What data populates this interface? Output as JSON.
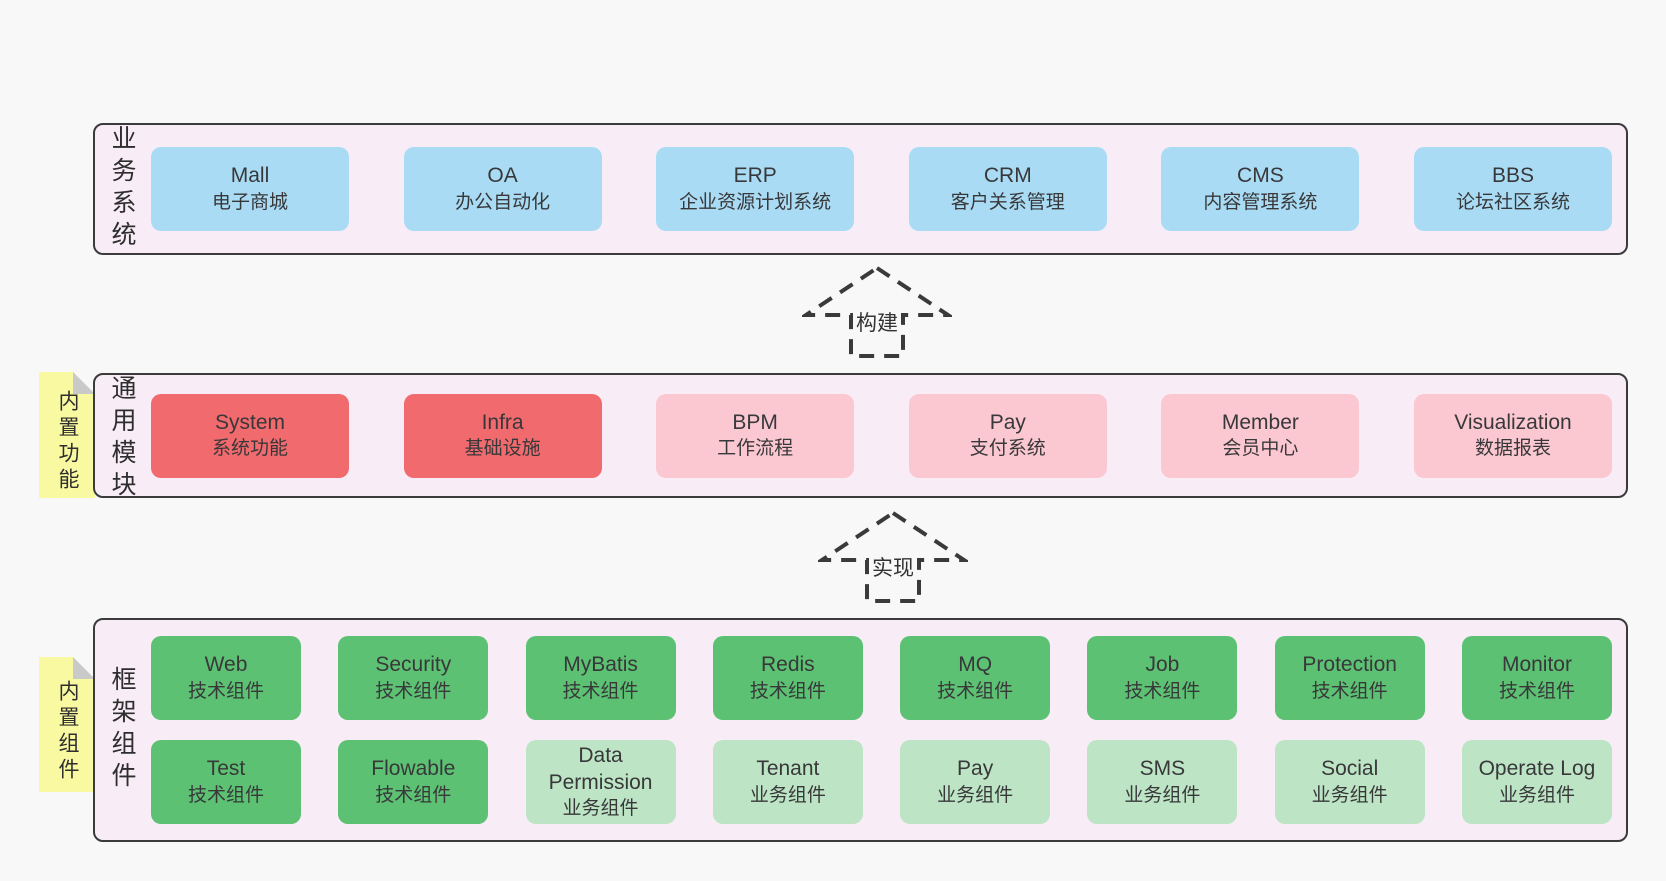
{
  "palette": {
    "page_background": "#f8f8f8",
    "layer_background": "#f8edf6",
    "layer_border": "#3b3b3b",
    "blue_box": "#a9dcf4",
    "red_box": "#f16a6e",
    "pink_box": "#fbc8d2",
    "green_box": "#5cc173",
    "light_green_box": "#bde5c5",
    "note_yellow": "#f9f9a2",
    "note_fold_gray": "#c9c9c9",
    "text": "#38383a"
  },
  "layers": [
    {
      "label": "业务系统",
      "boxes": [
        {
          "en": "Mall",
          "zh": "电子商城"
        },
        {
          "en": "OA",
          "zh": "办公自动化"
        },
        {
          "en": "ERP",
          "zh": "企业资源计划系统"
        },
        {
          "en": "CRM",
          "zh": "客户关系管理"
        },
        {
          "en": "CMS",
          "zh": "内容管理系统"
        },
        {
          "en": "BBS",
          "zh": "论坛社区系统"
        }
      ]
    },
    {
      "label": "通用模块",
      "note": "内置功能",
      "boxes": [
        {
          "en": "System",
          "zh": "系统功能"
        },
        {
          "en": "Infra",
          "zh": "基础设施"
        },
        {
          "en": "BPM",
          "zh": "工作流程"
        },
        {
          "en": "Pay",
          "zh": "支付系统"
        },
        {
          "en": "Member",
          "zh": "会员中心"
        },
        {
          "en": "Visualization",
          "zh": "数据报表"
        }
      ]
    },
    {
      "label": "框架组件",
      "note": "内置组件",
      "rows": [
        [
          {
            "en": "Web",
            "zh": "技术组件"
          },
          {
            "en": "Security",
            "zh": "技术组件"
          },
          {
            "en": "MyBatis",
            "zh": "技术组件"
          },
          {
            "en": "Redis",
            "zh": "技术组件"
          },
          {
            "en": "MQ",
            "zh": "技术组件"
          },
          {
            "en": "Job",
            "zh": "技术组件"
          },
          {
            "en": "Protection",
            "zh": "技术组件"
          },
          {
            "en": "Monitor",
            "zh": "技术组件"
          }
        ],
        [
          {
            "en": "Test",
            "zh": "技术组件"
          },
          {
            "en": "Flowable",
            "zh": "技术组件"
          },
          {
            "en": "Data Permission",
            "zh": "业务组件"
          },
          {
            "en": "Tenant",
            "zh": "业务组件"
          },
          {
            "en": "Pay",
            "zh": "业务组件"
          },
          {
            "en": "SMS",
            "zh": "业务组件"
          },
          {
            "en": "Social",
            "zh": "业务组件"
          },
          {
            "en": "Operate Log",
            "zh": "业务组件"
          }
        ]
      ]
    }
  ],
  "arrows": [
    {
      "label": "构建"
    },
    {
      "label": "实现"
    }
  ]
}
